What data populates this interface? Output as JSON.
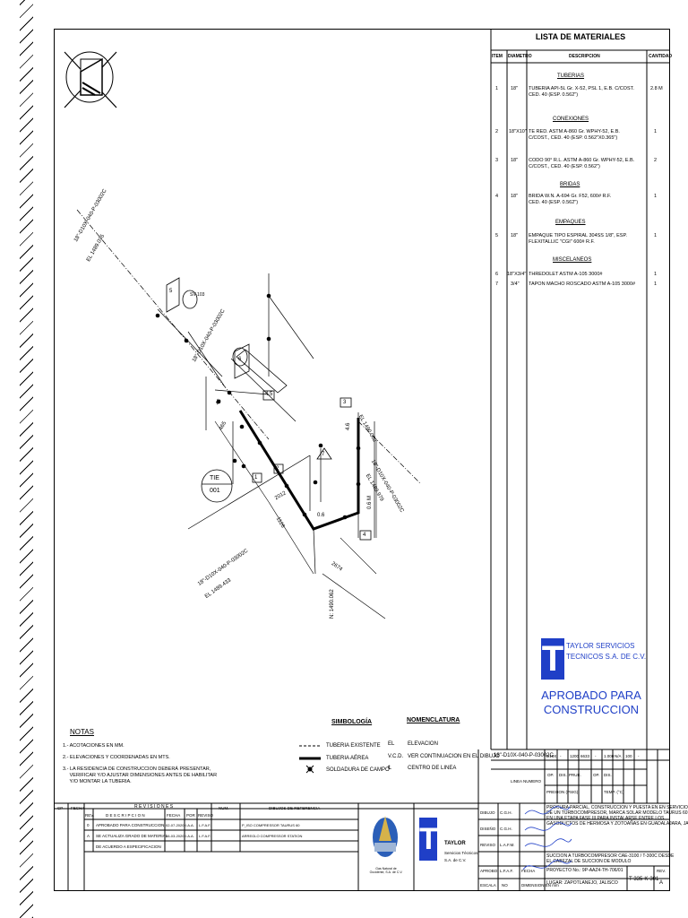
{
  "bom": {
    "title": "LISTA DE MATERIALES",
    "headers": {
      "item": "ITEM",
      "diameter": "DIAMETRO",
      "description": "DESCRIPCION",
      "quantity": "CANTIDAD"
    },
    "sections": [
      "TUBERIAS",
      "CONEXIONES",
      "BRIDAS",
      "EMPAQUES",
      "MISCELANEOS"
    ],
    "rows": [
      {
        "item": "1",
        "diameter": "18\"",
        "description": "TUBERIA API-5L Gr. X-52, PSL 1, E.B. C/COST.\nCED. 40 (ESP. 0.562\")",
        "quantity": "2.8 M"
      },
      {
        "item": "2",
        "diameter": "18\"X10\"",
        "description": "TE RED. ASTM A-860 Gr. WPHY-52, E.B.\nC/COST., CED. 40 (ESP. 0.562\"X0.365\")",
        "quantity": "1"
      },
      {
        "item": "3",
        "diameter": "18\"",
        "description": "CODO 90° R.L. ASTM A-860 Gr. WPHY-52, E.B.\nC/COST., CED. 40 (ESP. 0.562\")",
        "quantity": "2"
      },
      {
        "item": "4",
        "diameter": "18\"",
        "description": "BRIDA W.N. A-694 Gr. F52, 600# R.F.\nCED. 40 (ESP. 0.562\")",
        "quantity": "1"
      },
      {
        "item": "5",
        "diameter": "18\"",
        "description": "EMPAQUE TIPO ESPIRAL 304SS 1/8\", ESP.\nFLEXITALLIC \"CGI\" 600# R.F.",
        "quantity": "1"
      },
      {
        "item": "6",
        "diameter": "18\"X3/4\"",
        "description": "THREDOLET ASTM A-105 3000#",
        "quantity": "1"
      },
      {
        "item": "7",
        "diameter": "3/4\"",
        "description": "TAPON MACHO ROSCADO ASTM A-105 3000#",
        "quantity": "1"
      }
    ]
  },
  "drawing": {
    "labels": [
      "4.5",
      "TIE",
      "001",
      "1370",
      "2012",
      "1126",
      "2674",
      "0.6 M",
      "0.6",
      "4.6",
      "46",
      "465",
      "EL 1490.062",
      "1",
      "2",
      "3",
      "4",
      "5",
      "6",
      "7"
    ],
    "line_labels": [
      "18\"-D10X-040-P-03002C",
      "18\"-D10X-040-P-03002C",
      "18\"-D10X-040-P-03002C",
      "18\"-D10X-040-P-03002C"
    ],
    "elevations": [
      "EL 1489.035",
      "EL 1489.979",
      "EL 1489.433",
      "N: 1490.062"
    ],
    "valve_tag": "SV-103"
  },
  "approved": {
    "line1": "APROBADO PARA",
    "line2": "CONSTRUCCION"
  },
  "company": {
    "name1": "TAYLOR SERVICIOS",
    "name2": "TECNICOS S.A. DE C.V.",
    "logo_letter": "T",
    "small1": "TAYLOR",
    "small2": "Servicios Técnicos",
    "small3": "S.A. de C.V."
  },
  "notes": {
    "title": "NOTAS",
    "items": [
      "1.- ACOTACIONES EN MM.",
      "2.- ELEVACIONES Y COORDENADAS EN MTS.",
      "3.- LA RESIDENCIA DE CONSTRUCCION DEBERÁ PRESENTAR,\n     VERIFICAR Y/O AJUSTAR DIMENSIONES ANTES DE HABILITAR\n     Y/O MONTAR LA TUBERIA."
    ]
  },
  "symbology": {
    "title": "SIMBOLOGÍA",
    "items": [
      "TUBERIA EXISTENTE",
      "TUBERIA AÉREA",
      "SOLDADURA DE CAMPO"
    ]
  },
  "nomenclature": {
    "title": "NOMENCLATURA",
    "items": [
      {
        "abbr": "EL",
        "meaning": "ELEVACION"
      },
      {
        "abbr": "V.C.D.",
        "meaning": "VER CONTINUACION EN EL DIBUJO"
      },
      {
        "abbr": "℄",
        "meaning": "CENTRO DE LINEA"
      }
    ]
  },
  "line_number": {
    "value": "18\"-D10X-040-P-03002C",
    "caption": "LINEA NUMERO",
    "cells": [
      "D10X",
      "-",
      "1200",
      "6633",
      "-",
      "1.000",
      "N/A",
      "100",
      "-"
    ],
    "heads": [
      "OP.",
      "DIS.",
      "PRUE.",
      "OP.",
      "DIS."
    ],
    "presion": "PRESION (PSIG)",
    "temp": "TEMP. (°C)"
  },
  "revisions": {
    "title": "R E V I S I O N E S",
    "headers": [
      "CP",
      "FECHA",
      "REV.",
      "D E S C R I P C I O N",
      "FECHA",
      "POR",
      "REVISO"
    ],
    "rows": [
      {
        "rev": "0",
        "desc": "APROBADO PARA CONSTRUCCION",
        "date": "02-07-2020",
        "by": "I.A.A.",
        "rev_by": "L.F.A.F."
      },
      {
        "rev": "A",
        "desc": "SE ACTUALIZA GRADO DE MATERIAL",
        "date": "06-03-2020",
        "by": "I.A.A.",
        "rev_by": "L.F.A.F."
      },
      {
        "rev": "",
        "desc": "DE ACUERDO A ESPECIFICACION",
        "date": "",
        "by": "",
        "rev_by": ""
      }
    ],
    "num_header": "NUM.",
    "ref_header": "DIBUJOS DE REFERENCIA",
    "refs": [
      "P_ISO COMPRESSOR TAURUS 60",
      "ARREGLO COMPRESSOR STATION"
    ]
  },
  "titleblock": {
    "rows": [
      {
        "label": "DIBUJO",
        "value": "C.G.H."
      },
      {
        "label": "DISEÑO",
        "value": "C.G.H."
      },
      {
        "label": "REVISO",
        "value": "L.A.F.M."
      },
      {
        "label": "APROBO",
        "value": "L.F.A.F."
      },
      {
        "label": "ESCALA",
        "value": "NO"
      }
    ],
    "dimension_label": "DIMENSION EN mm",
    "fecha": "FECHA",
    "description": "PROCURA PARCIAL, CONSTRUCCION Y PUESTA EN EN SERVICIO\nDE UN TURBOCOMPRESOR, MARCA SOLAR MODELO TAURUS 60\nEN UNA ETAPA FASE III PARA INSTALARSE ENTRE LOS\nGASODUCTOS DE HERMOSA Y ZOTOAÑAS EN GUADALAJARA, JALISCO",
    "subtitle": "SUCCION A TURBOCOMPRESOR CAE-3100 / T-300C DESDE\nEL CABEZAL DE SUCCION DE MODULO",
    "project": "PROYECTO No.: 9P-AAZ4-TH-706/01",
    "place": "LUGAR: ZAPOTLANEJO, JALISCO",
    "drawing_no": "T-335-K-301",
    "rev_label": "REV.",
    "rev_value": "A",
    "seal_caption": "Gas Natural de Occidente, S.A. de C.V."
  }
}
